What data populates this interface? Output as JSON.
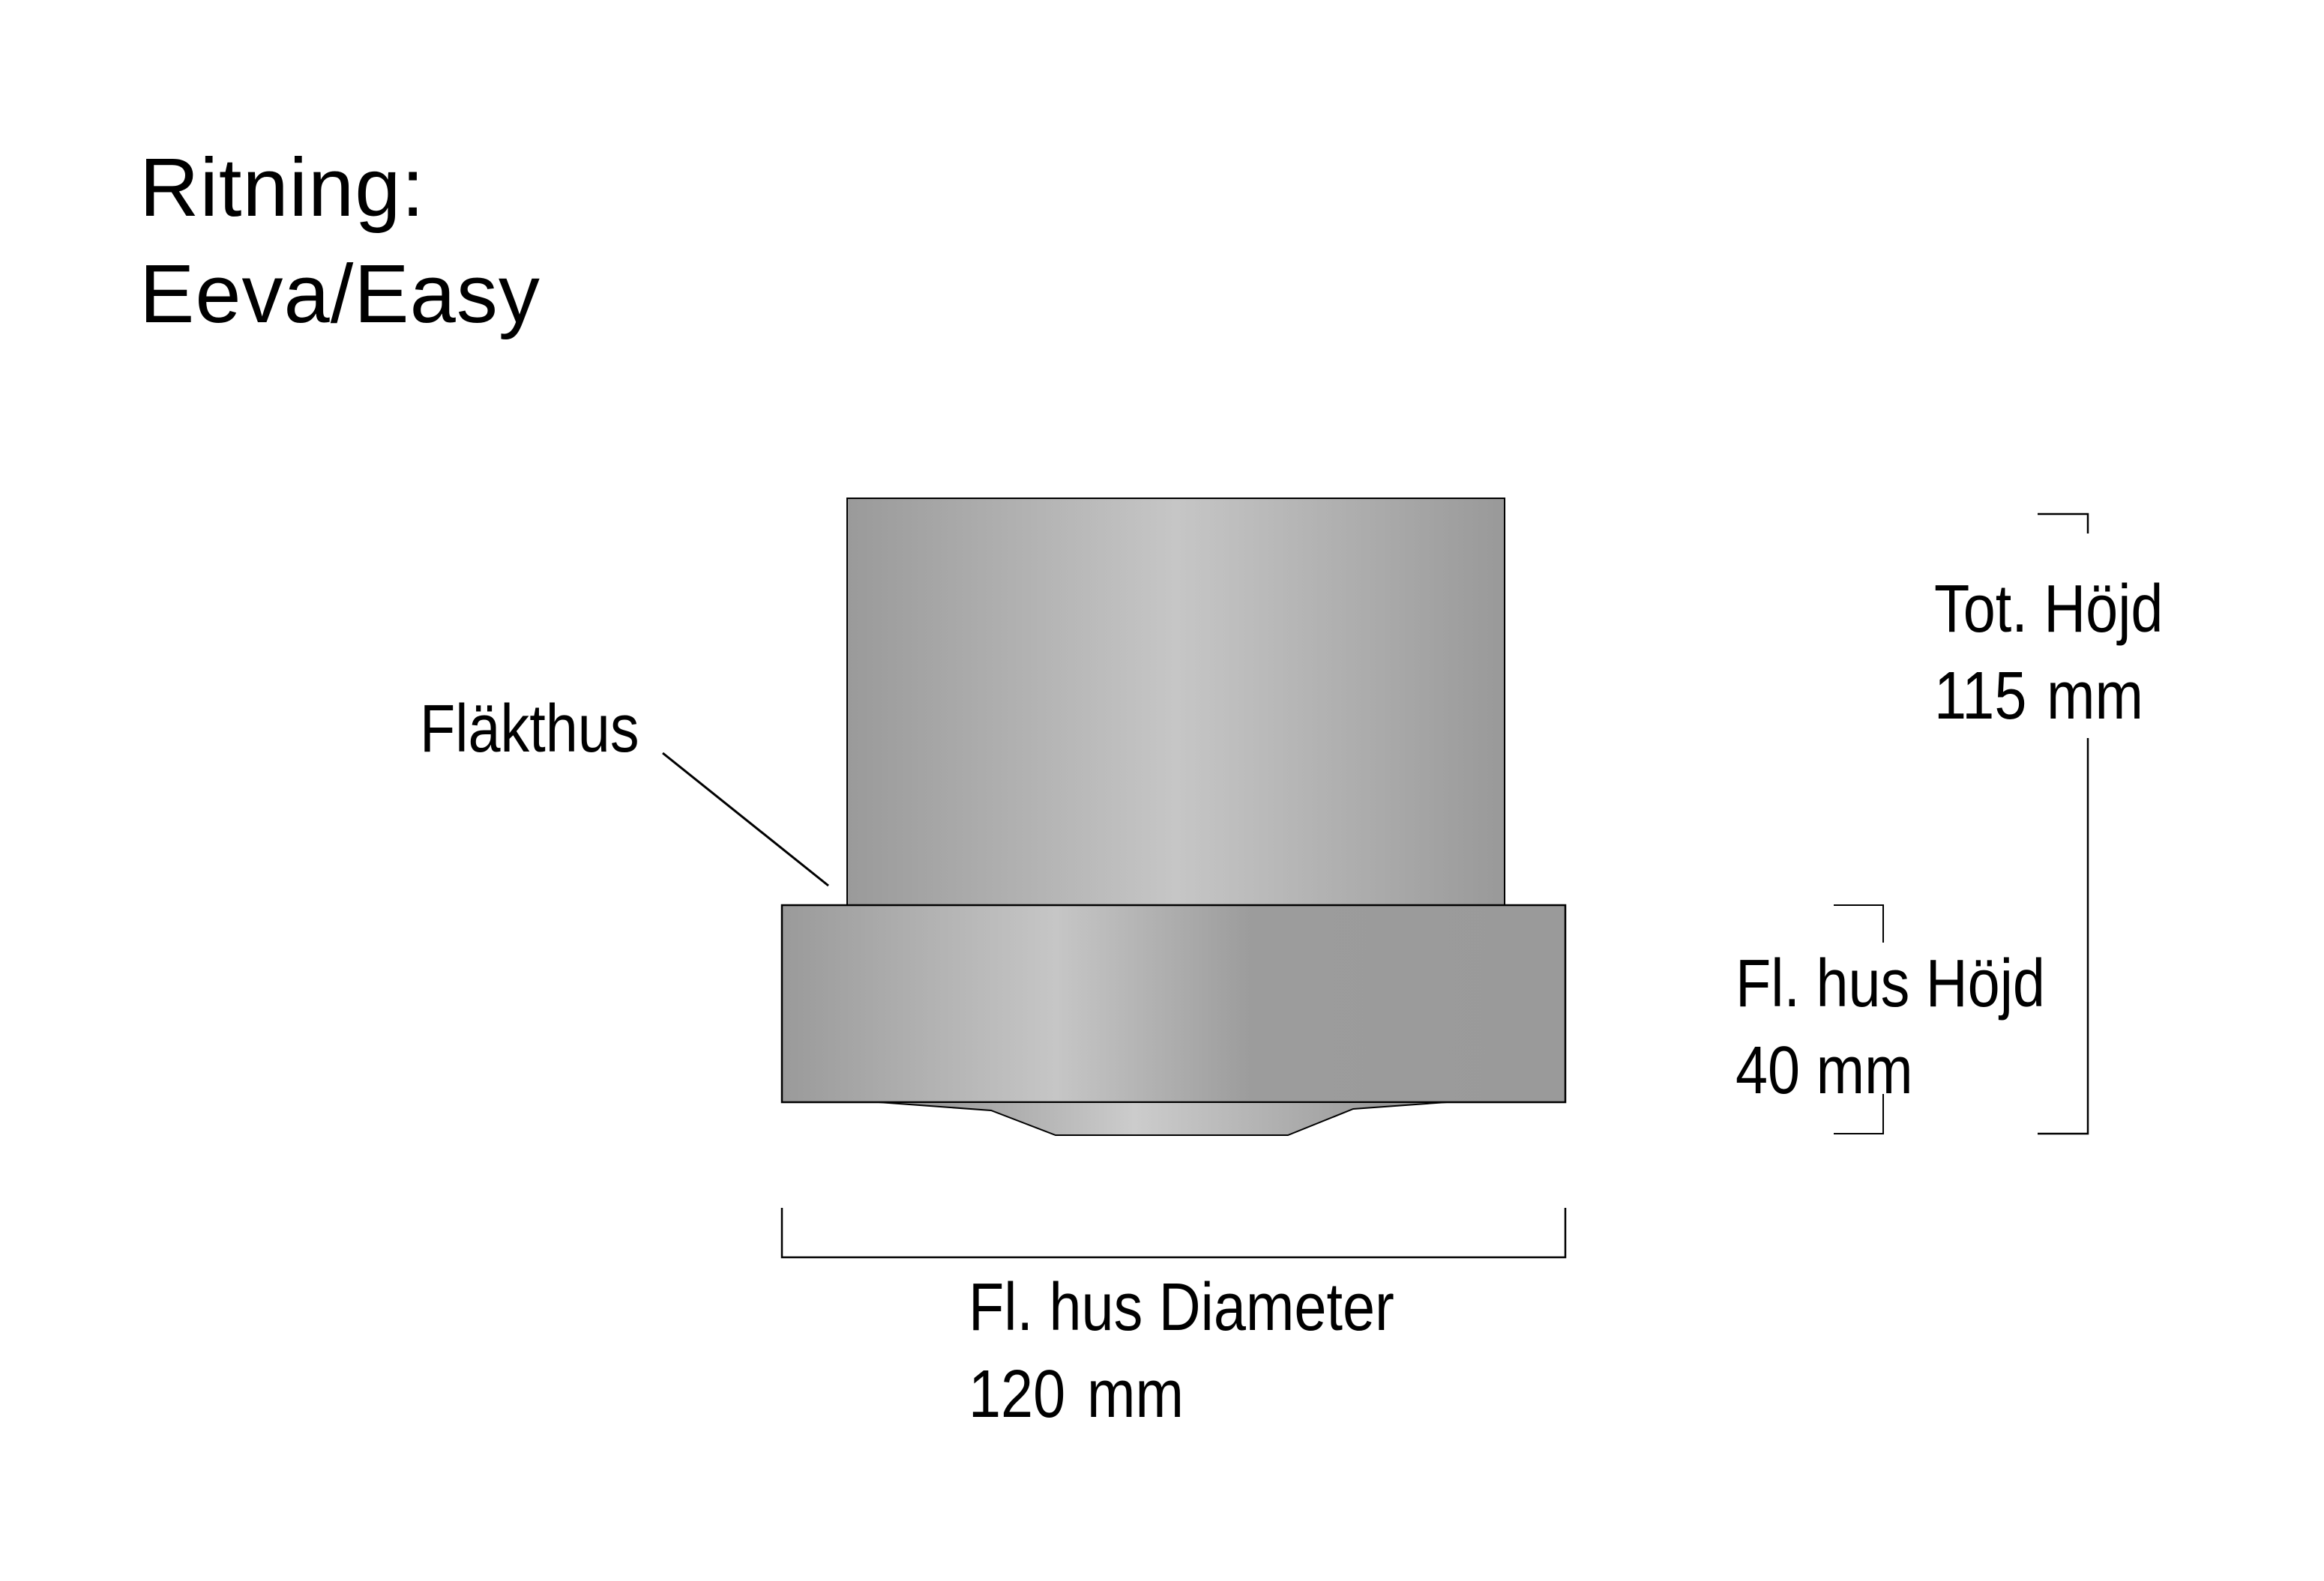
{
  "title": {
    "line1": "Ritning:",
    "line2": "Eeva/Easy"
  },
  "callout": {
    "label": "Fläkthus"
  },
  "dimensions": {
    "total_height": {
      "label": "Tot. Höjd",
      "value": "115",
      "unit": "mm"
    },
    "housing_height": {
      "label": "Fl. hus Höjd",
      "value": "40 mm"
    },
    "housing_diameter": {
      "label": "Fl. hus Diameter",
      "value": "120",
      "unit": "mm"
    }
  },
  "colors": {
    "metal_dark": "#9c9c9c",
    "metal_light": "#c6c6c6",
    "outline": "#000000"
  }
}
